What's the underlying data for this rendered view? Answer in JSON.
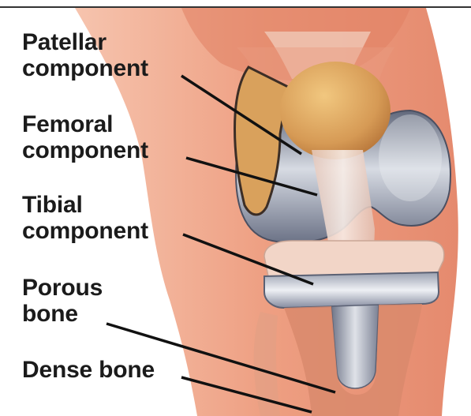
{
  "labels": {
    "patellar": {
      "line1": "Patellar",
      "line2": "component"
    },
    "femoral": {
      "line1": "Femoral",
      "line2": "component"
    },
    "tibial": {
      "line1": "Tibial",
      "line2": "component"
    },
    "porous": {
      "line1": "Porous",
      "line2": "bone"
    },
    "dense": {
      "line1": "Dense bone"
    }
  },
  "colors": {
    "skin": "#e9967a",
    "skin_light": "#f3b59c",
    "patella": "#d9a05a",
    "metal": "#8c93a8",
    "metal_light": "#c9ced8",
    "tendon": "#ecd9cf",
    "bone": "#d98668",
    "text": "#1b1b1b",
    "leader": "#111111"
  }
}
